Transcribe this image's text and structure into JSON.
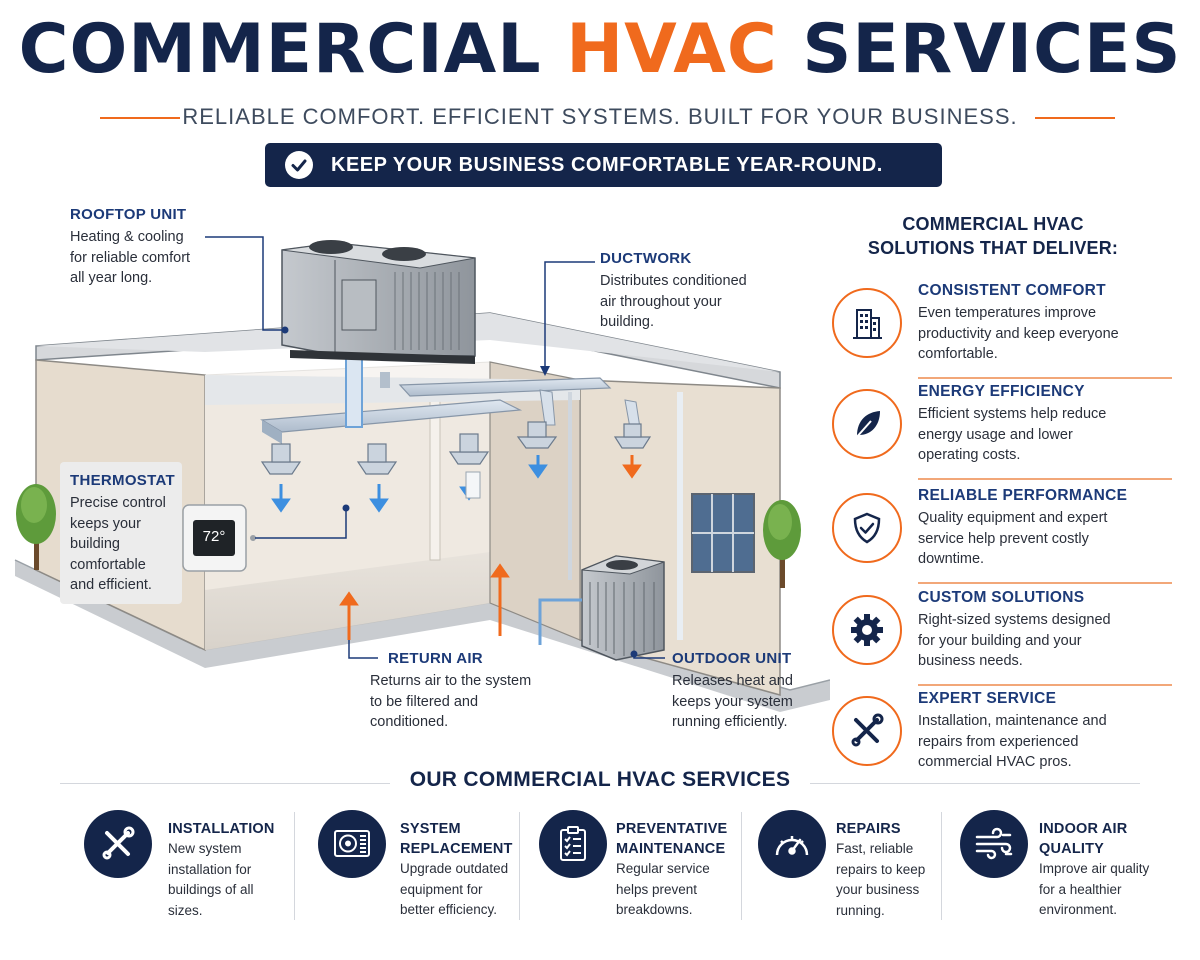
{
  "header": {
    "title_part1": "COMMERCIAL ",
    "title_accent": "HVAC",
    "title_part2": " SERVICES",
    "subtitle": "RELIABLE COMFORT. EFFICIENT SYSTEMS. BUILT FOR YOUR BUSINESS.",
    "banner": "KEEP YOUR BUSINESS COMFORTABLE YEAR-ROUND."
  },
  "colors": {
    "navy": "#14254a",
    "orange": "#f06a1d",
    "blue": "#1c3a78"
  },
  "diagram": {
    "thermostat_display": "72°",
    "callouts": {
      "rooftop": {
        "title": "ROOFTOP UNIT",
        "lines": [
          "Heating & cooling",
          "for reliable comfort",
          "all year long."
        ]
      },
      "ductwork": {
        "title": "DUCTWORK",
        "lines": [
          "Distributes conditioned",
          "air throughout your",
          "building."
        ]
      },
      "thermostat": {
        "title": "THERMOSTAT",
        "lines": [
          "Precise control",
          "keeps your",
          "building",
          "comfortable",
          "and efficient."
        ]
      },
      "return_air": {
        "title": "RETURN AIR",
        "lines": [
          "Returns air to the system",
          "to be filtered and",
          "conditioned."
        ]
      },
      "outdoor": {
        "title": "OUTDOOR UNIT",
        "lines": [
          "Releases heat and",
          "keeps your system",
          "running efficiently."
        ]
      }
    }
  },
  "benefits": {
    "title_lines": [
      "COMMERCIAL HVAC",
      "SOLUTIONS THAT DELIVER:"
    ],
    "items": [
      {
        "icon": "building-icon",
        "title": "CONSISTENT COMFORT",
        "lines": [
          "Even temperatures improve",
          "productivity and keep everyone",
          "comfortable."
        ]
      },
      {
        "icon": "leaf-icon",
        "title": "ENERGY EFFICIENCY",
        "lines": [
          "Efficient systems help reduce",
          "energy usage and lower",
          "operating costs."
        ]
      },
      {
        "icon": "shield-check-icon",
        "title": "RELIABLE PERFORMANCE",
        "lines": [
          "Quality equipment and expert",
          "service help prevent costly",
          "downtime."
        ]
      },
      {
        "icon": "gear-icon",
        "title": "CUSTOM SOLUTIONS",
        "lines": [
          "Right-sized systems designed",
          "for your building and your",
          "business needs."
        ]
      },
      {
        "icon": "tools-icon",
        "title": "EXPERT SERVICE",
        "lines": [
          "Installation, maintenance and",
          "repairs from experienced",
          "commercial HVAC pros."
        ]
      }
    ]
  },
  "services": {
    "title": "OUR COMMERCIAL HVAC SERVICES",
    "items": [
      {
        "icon": "tools-icon",
        "title_lines": [
          "INSTALLATION"
        ],
        "lines": [
          "New system",
          "installation for",
          "buildings of all",
          "sizes."
        ]
      },
      {
        "icon": "ac-unit-icon",
        "title_lines": [
          "SYSTEM",
          "REPLACEMENT"
        ],
        "lines": [
          "Upgrade outdated",
          "equipment for",
          "better efficiency."
        ]
      },
      {
        "icon": "clipboard-icon",
        "title_lines": [
          "PREVENTATIVE",
          "MAINTENANCE"
        ],
        "lines": [
          "Regular service",
          "helps prevent",
          "breakdowns."
        ]
      },
      {
        "icon": "gauge-icon",
        "title_lines": [
          "REPAIRS"
        ],
        "lines": [
          "Fast, reliable",
          "repairs to keep",
          "your business",
          "running."
        ]
      },
      {
        "icon": "airflow-icon",
        "title_lines": [
          "INDOOR AIR",
          "QUALITY"
        ],
        "lines": [
          "Improve air quality",
          "for a healthier",
          "environment."
        ]
      }
    ]
  }
}
